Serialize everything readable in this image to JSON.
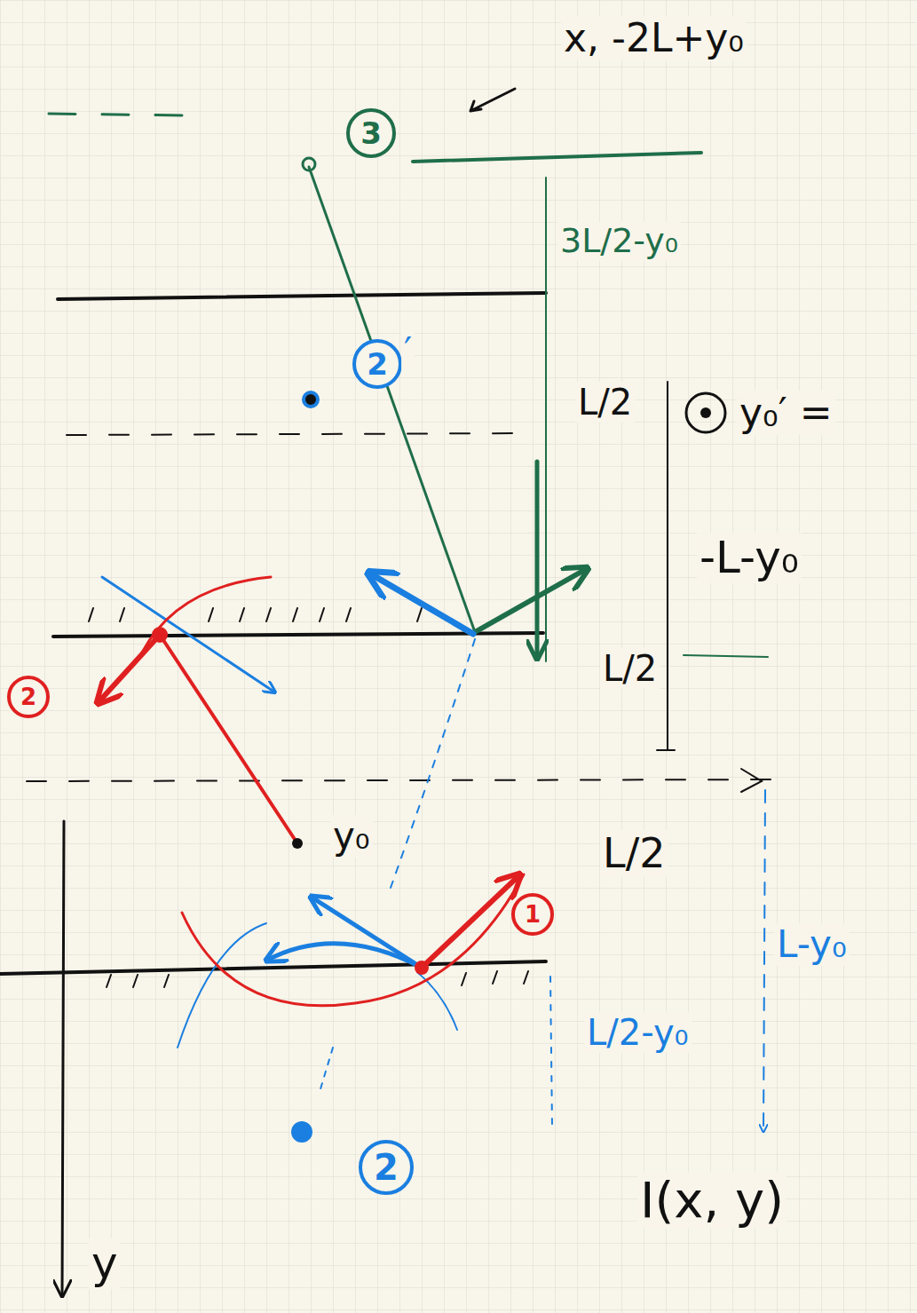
{
  "diagram": {
    "nodes": [
      {
        "text": [
          "3"
        ]
      },
      {
        "text": [
          "2"
        ]
      },
      {
        "text": [
          "2"
        ]
      },
      {
        "text": [
          "1"
        ]
      },
      {
        "text": [
          "2"
        ]
      }
    ],
    "labels": [
      "x, -2L+y₀",
      "3L/2-y₀",
      "′",
      "L/2",
      "y₀′ =",
      "-L-y₀",
      "L/2",
      "y₀",
      "L/2",
      "L-y₀",
      "L/2-y₀",
      "I(x, y)",
      "y"
    ]
  }
}
